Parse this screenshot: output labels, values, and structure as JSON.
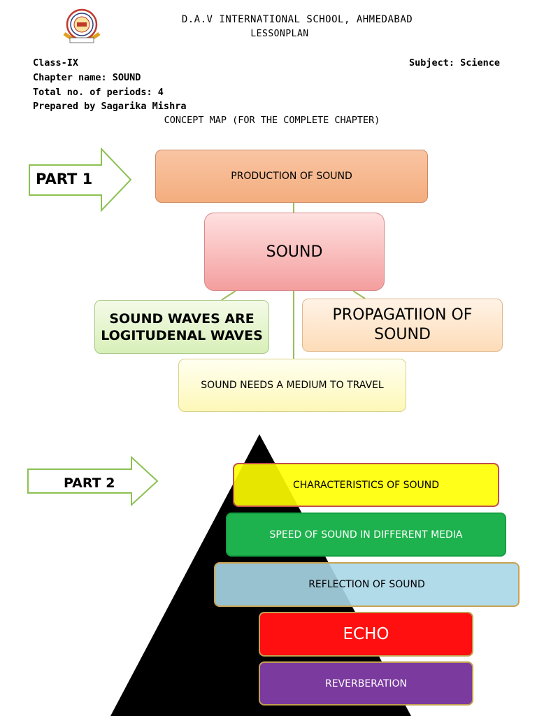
{
  "header": {
    "logo_alt": "D.A.V school emblem",
    "school_name": "D.A.V INTERNATIONAL SCHOOL, AHMEDABAD",
    "doc_type": "LESSONPLAN",
    "class_label": "Class-IX",
    "chapter": "Chapter name: SOUND",
    "periods": "Total no. of periods: 4",
    "prepared_by": "Prepared by Sagarika Mishra",
    "subject": "Subject: Science",
    "concept_map_title": "CONCEPT MAP (FOR THE COMPLETE CHAPTER)"
  },
  "part1": {
    "arrow_label": "PART 1",
    "production": "PRODUCTION OF SOUND",
    "sound": "SOUND",
    "waves": "SOUND WAVES ARE LOGITUDENAL WAVES",
    "propagation": "PROPAGATIION OF SOUND",
    "medium": "SOUND NEEDS A MEDIUM TO TRAVEL"
  },
  "part2": {
    "arrow_label": "PART 2",
    "items": [
      "CHARACTERISTICS OF SOUND",
      "SPEED OF SOUND IN DIFFERENT MEDIA",
      "REFLECTION OF SOUND",
      "ECHO",
      "REVERBERATION"
    ]
  },
  "colors": {
    "arrow_outline": "#8cc152",
    "connector": "#9bbb59",
    "pyramid": "#000000"
  }
}
